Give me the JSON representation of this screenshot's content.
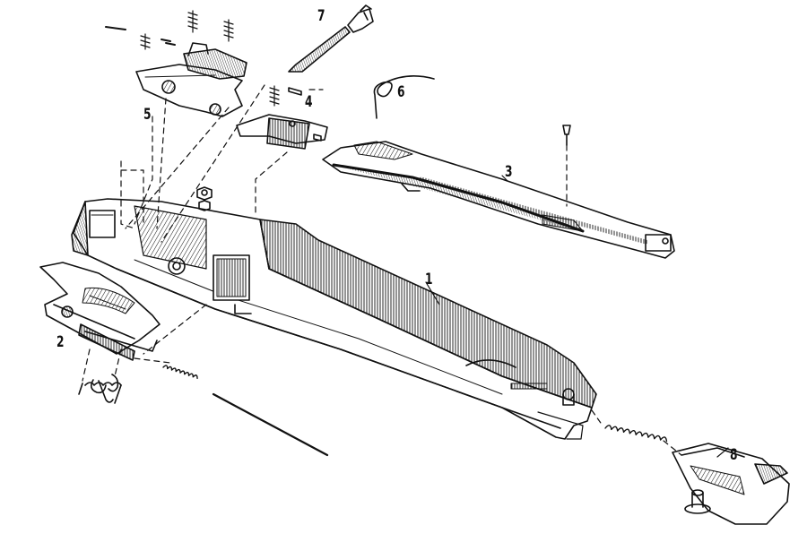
{
  "diagram": {
    "ink_color": "#111111",
    "paper_color": "#ffffff",
    "callouts": [
      {
        "id": "1",
        "label": "1",
        "part": "receiver-housing"
      },
      {
        "id": "2",
        "label": "2",
        "part": "trigger-guard-group"
      },
      {
        "id": "3",
        "label": "3",
        "part": "operating-slide"
      },
      {
        "id": "4",
        "label": "4",
        "part": "small-pin"
      },
      {
        "id": "5",
        "label": "5",
        "part": "trigger-mechanism"
      },
      {
        "id": "6",
        "label": "6",
        "part": "torsion-spring"
      },
      {
        "id": "7",
        "label": "7",
        "part": "firing-pin-rod"
      },
      {
        "id": "8",
        "label": "8",
        "part": "end-cap"
      }
    ]
  }
}
